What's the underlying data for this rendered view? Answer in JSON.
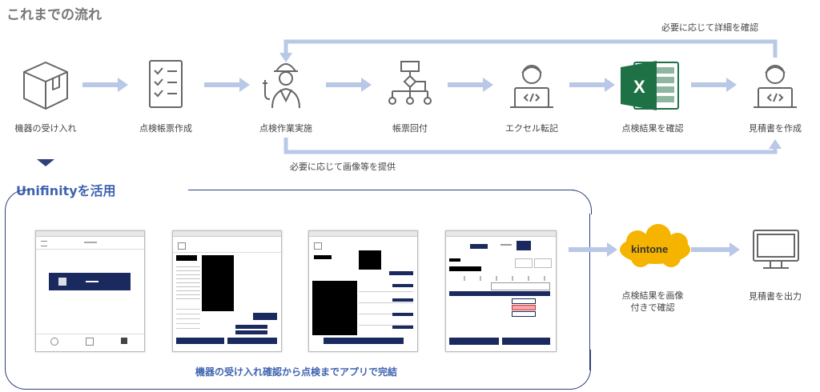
{
  "title": "これまでの流れ",
  "flow": {
    "steps": [
      {
        "label": "機器の受け入れ",
        "icon": "box-icon"
      },
      {
        "label": "点検帳票作成",
        "icon": "checklist-icon"
      },
      {
        "label": "点検作業実施",
        "icon": "worker-icon"
      },
      {
        "label": "帳票回付",
        "icon": "flowchart-icon"
      },
      {
        "label": "エクセル転記",
        "icon": "laptop-person-icon"
      },
      {
        "label": "点検結果を確認",
        "icon": "excel-icon"
      },
      {
        "label": "見積書を作成",
        "icon": "laptop-person-icon"
      }
    ],
    "top_note": "必要に応じて詳細を確認",
    "bottom_note": "必要に応じて画像等を提供"
  },
  "unifinity": {
    "title": "Unifinityを活用",
    "caption": "機器の受け入れ確認から点検までアプリで完結",
    "kintone_label": "kintone",
    "kintone_step": "点検結果を画像\n付きで確認",
    "output_step": "見積書を出力"
  },
  "colors": {
    "arrow": "#b8c8e6",
    "navy": "#1a2a5e",
    "accent": "#3f63b0",
    "kintone": "#f5b400",
    "excel": "#1e7145"
  }
}
